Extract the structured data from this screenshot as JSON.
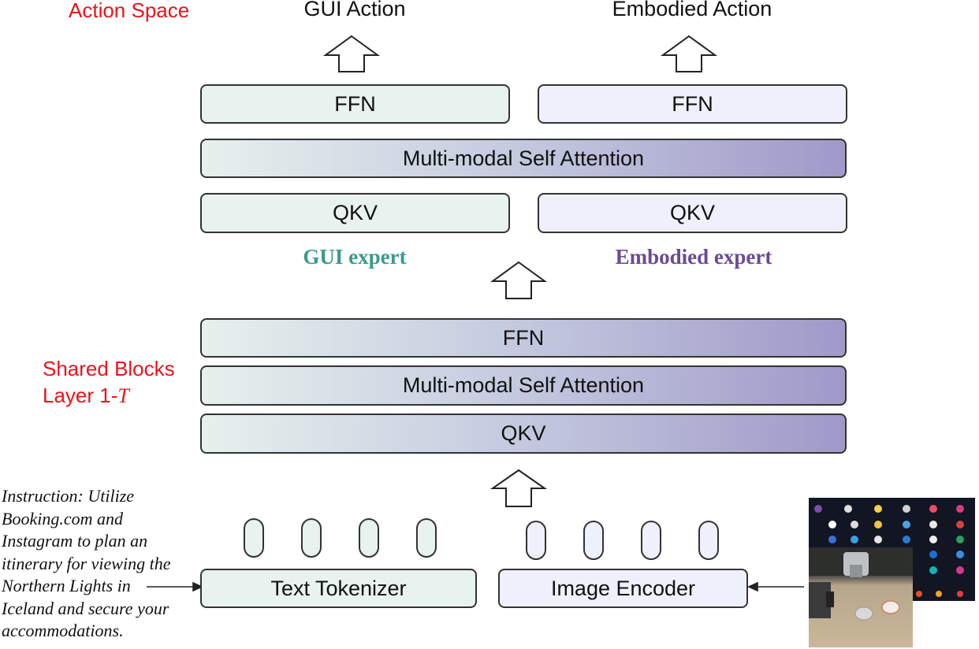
{
  "labels": {
    "action_space": "Action Space",
    "shared_blocks_line1": "Shared Blocks",
    "shared_blocks_line2_prefix": "Layer 1-",
    "shared_blocks_line2_var": "T"
  },
  "outputs": {
    "gui_action": "GUI Action",
    "embodied_action": "Embodied Action"
  },
  "experts": {
    "gui": {
      "name": "GUI expert",
      "ffn": "FFN",
      "qkv": "QKV",
      "color": "#3a9a8c"
    },
    "embodied": {
      "name": "Embodied expert",
      "ffn": "FFN",
      "qkv": "QKV",
      "color": "#6a4b93"
    },
    "attention": "Multi-modal Self Attention"
  },
  "shared": {
    "ffn": "FFN",
    "attention": "Multi-modal Self Attention",
    "qkv": "QKV"
  },
  "inputs": {
    "text_tokenizer": "Text Tokenizer",
    "image_encoder": "Image Encoder",
    "instruction_lines": [
      "Instruction: Utilize",
      "Booking.com and",
      "Instagram to plan an",
      "itinerary for viewing the",
      "Northern Lights in",
      "Iceland and secure your",
      "accommodations."
    ]
  },
  "colors": {
    "label_red": "#e8141b",
    "gui_box": "#e8f2ee",
    "embodied_box": "#eef0fb",
    "gradient_end": "#a099c9"
  }
}
